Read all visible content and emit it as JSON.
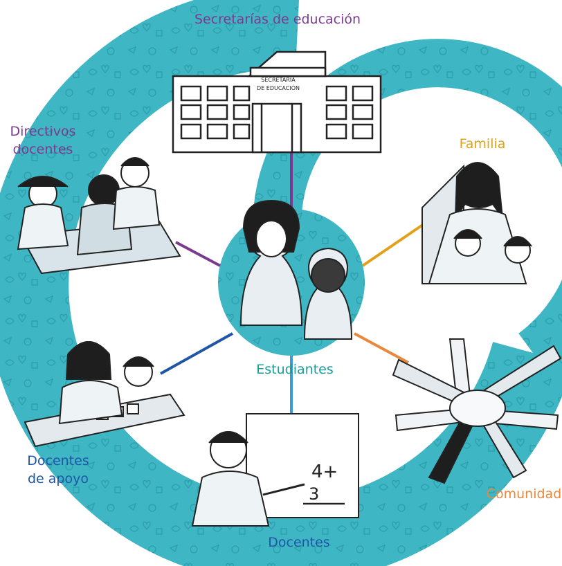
{
  "nodes": {
    "center": {
      "label": "Estudiantes"
    },
    "top": {
      "label": "Secretarías de educación",
      "image_text": [
        "SECRETARÍA",
        "DE EDUCACIÓN"
      ]
    },
    "top_left": {
      "label_lines": [
        "Directivos",
        "docentes"
      ]
    },
    "right": {
      "label": "Familia"
    },
    "bottom_left": {
      "label_lines": [
        "Docentes",
        "de apoyo"
      ]
    },
    "bottom": {
      "label": "Docentes",
      "board_text": [
        "4+",
        "3"
      ]
    },
    "bottom_right": {
      "label": "Comunidad"
    }
  },
  "colors": {
    "ring": "#3fb6c3",
    "ring_pattern": "#2e9fad",
    "purple": "#7a3b8f",
    "gold": "#e0a21c",
    "teal": "#1b9c98",
    "blue": "#1f56a6",
    "light_blue": "#3a9bd8",
    "orange": "#e9883a"
  },
  "icons": {
    "ring_pattern": "school-doodle-pattern",
    "top": "school-building-illustration",
    "top_left": "principals-meeting-illustration",
    "right": "family-house-illustration",
    "bottom_left": "support-teacher-illustration",
    "bottom": "teacher-whiteboard-illustration",
    "bottom_right": "stacked-hands-illustration",
    "center": "students-illustration"
  }
}
